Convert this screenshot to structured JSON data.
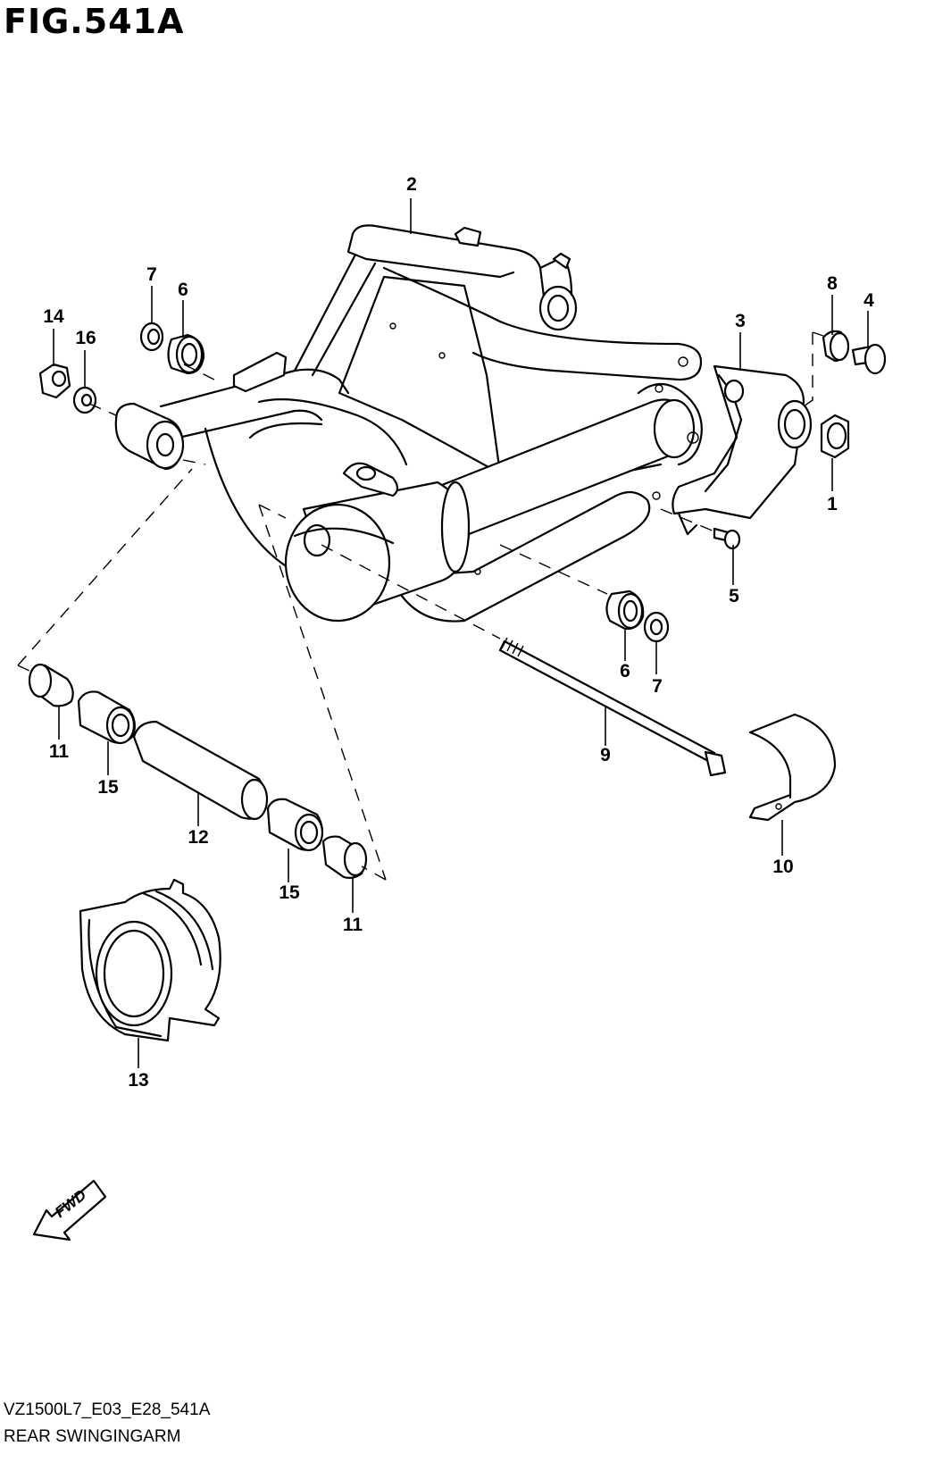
{
  "figure": {
    "title": "FIG.541A",
    "model_code": "VZ1500L7_E03_E28_541A",
    "part_name": "REAR SWINGINGARM",
    "fwd_label": "FWD"
  },
  "callouts": [
    {
      "id": "1",
      "label": "1"
    },
    {
      "id": "2",
      "label": "2"
    },
    {
      "id": "3",
      "label": "3"
    },
    {
      "id": "4",
      "label": "4"
    },
    {
      "id": "5",
      "label": "5"
    },
    {
      "id": "6a",
      "label": "6"
    },
    {
      "id": "6b",
      "label": "6"
    },
    {
      "id": "7a",
      "label": "7"
    },
    {
      "id": "7b",
      "label": "7"
    },
    {
      "id": "8",
      "label": "8"
    },
    {
      "id": "9",
      "label": "9"
    },
    {
      "id": "10",
      "label": "10"
    },
    {
      "id": "11a",
      "label": "11"
    },
    {
      "id": "11b",
      "label": "11"
    },
    {
      "id": "12",
      "label": "12"
    },
    {
      "id": "13",
      "label": "13"
    },
    {
      "id": "14",
      "label": "14"
    },
    {
      "id": "15a",
      "label": "15"
    },
    {
      "id": "15b",
      "label": "15"
    },
    {
      "id": "16",
      "label": "16"
    }
  ],
  "icons": {
    "direction_arrow": "fwd-arrow-icon"
  }
}
